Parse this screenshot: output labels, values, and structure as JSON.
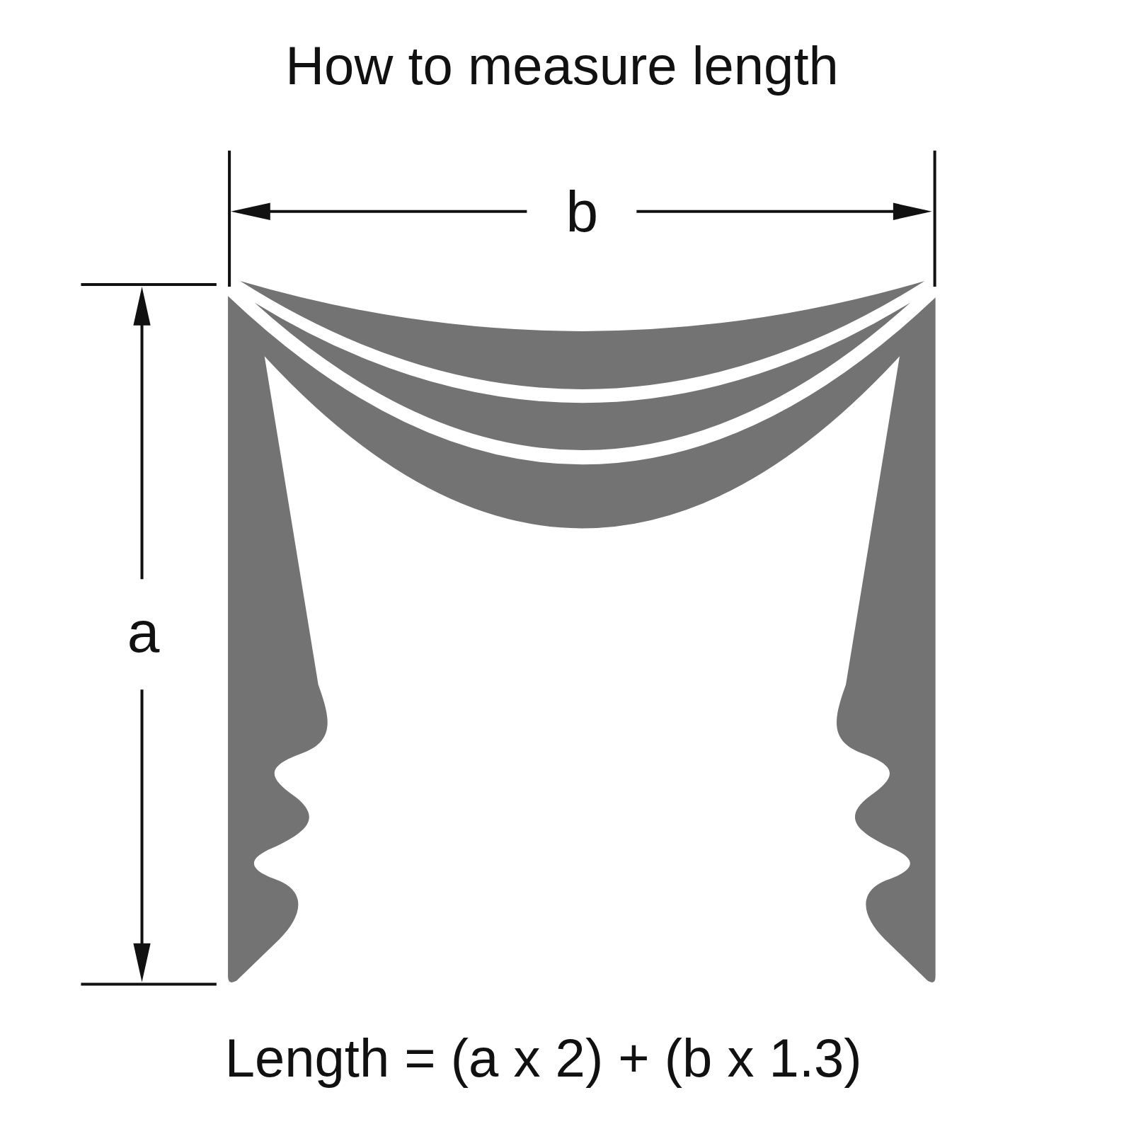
{
  "diagram": {
    "title": "How to measure length",
    "caption": "Length = (a x 2) + (b x 1.3)",
    "labels": [
      "b",
      "a"
    ]
  }
}
